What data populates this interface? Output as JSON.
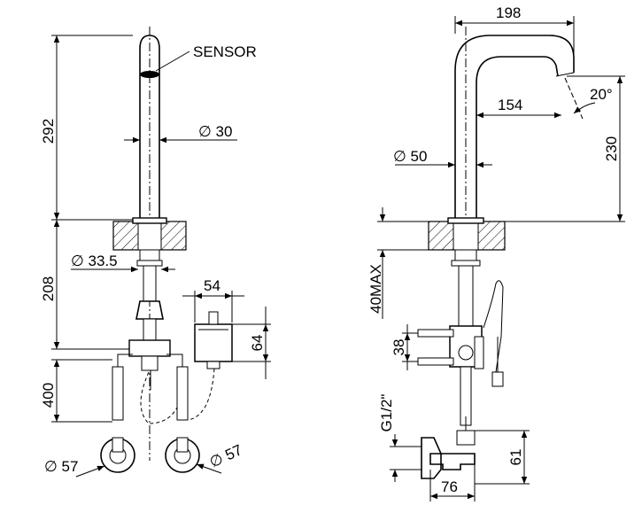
{
  "left_view": {
    "sensor_label": "SENSOR",
    "dim_height_spout": "292",
    "dim_diameter_spout": "∅ 30",
    "dim_height_below": "208",
    "dim_diameter_shank": "∅ 33.5",
    "dim_box_width": "54",
    "dim_box_height": "64",
    "dim_hose_length": "400",
    "dim_valve_left": "∅ 57",
    "dim_valve_right": "∅ 57"
  },
  "right_view": {
    "dim_reach": "198",
    "dim_reach_inner": "154",
    "dim_angle": "20°",
    "dim_height": "230",
    "dim_diameter_base": "∅ 50",
    "dim_deck_thickness": "40MAX",
    "dim_bracket": "38",
    "dim_thread": "G1/2\"",
    "dim_valve_height": "61",
    "dim_valve_width": "76"
  }
}
